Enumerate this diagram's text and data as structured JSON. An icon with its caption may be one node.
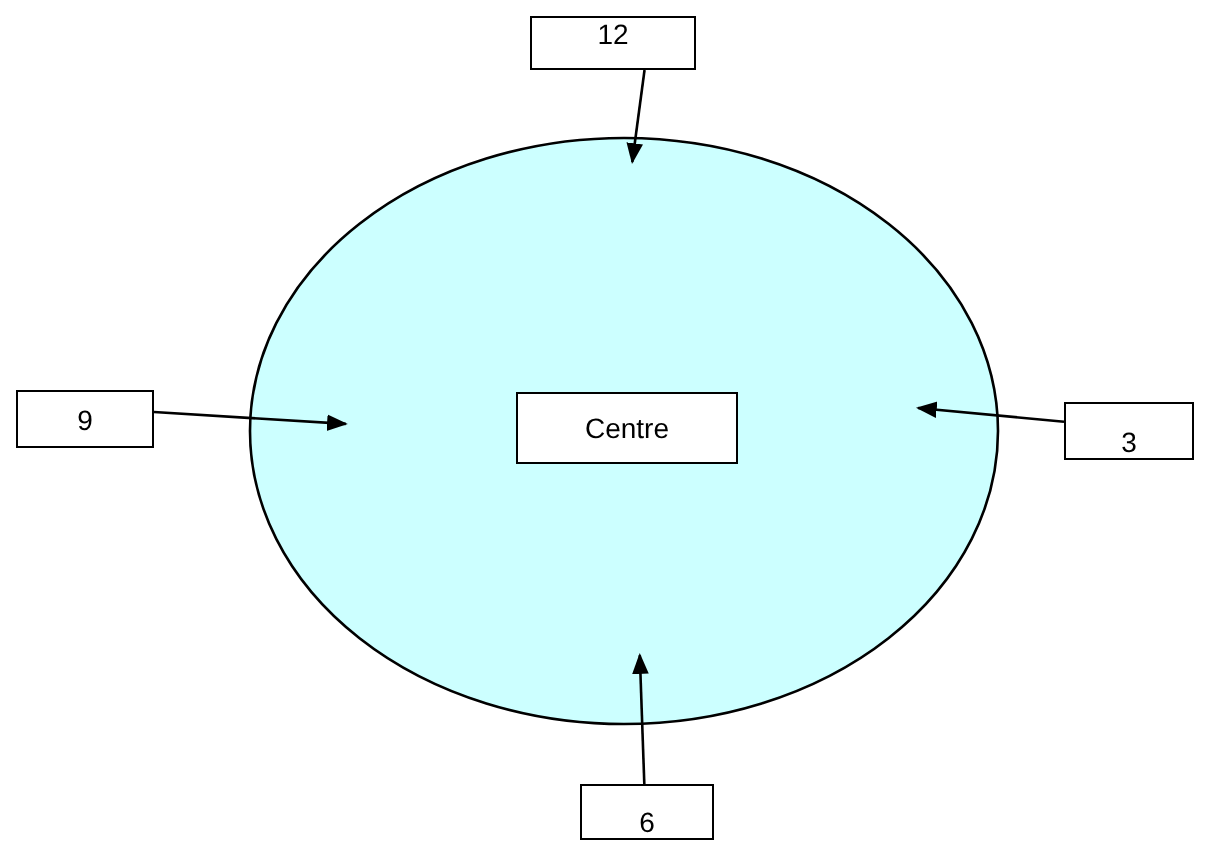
{
  "diagram": {
    "nodes": [
      {
        "text": [],
        "shape": "ellipse"
      },
      {
        "text": [
          "12"
        ]
      },
      {
        "text": [
          "9"
        ]
      },
      {
        "text": [
          "Centre"
        ],
        "in": 0
      },
      {
        "text": [
          "3"
        ]
      },
      {
        "text": [
          "6"
        ]
      }
    ],
    "edges": [
      {
        "from": 1,
        "to": 0,
        "arrow": "to"
      },
      {
        "from": 2,
        "to": 0,
        "arrow": "to"
      },
      {
        "from": 4,
        "to": 0,
        "arrow": "to"
      },
      {
        "from": 5,
        "to": 0,
        "arrow": "to"
      }
    ]
  }
}
